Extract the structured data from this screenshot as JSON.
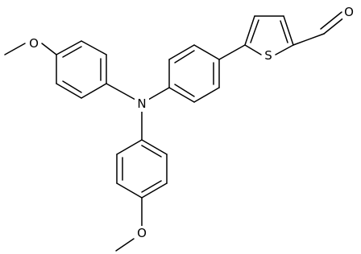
{
  "molecule": {
    "atoms": {
      "oxygen_top_left": "O",
      "nitrogen": "N",
      "sulfur": "S",
      "oxygen_aldehyde": "O",
      "oxygen_bottom": "O"
    }
  },
  "colors": {
    "bond": "#000000",
    "background": "#ffffff"
  }
}
